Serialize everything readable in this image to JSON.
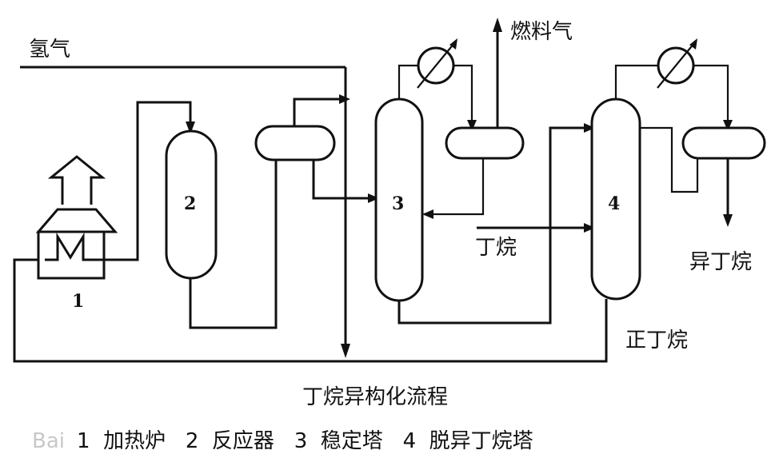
{
  "labels": {
    "hydrogen": "氢气",
    "fuel_gas": "燃料气",
    "butane": "丁烷",
    "isobutane": "异丁烷",
    "n_butane": "正丁烷"
  },
  "units": [
    {
      "num": "1"
    },
    {
      "num": "2"
    },
    {
      "num": "3"
    },
    {
      "num": "4"
    }
  ],
  "caption": {
    "title": "丁烷异构化流程",
    "legend": "1  加热炉   2  反应器   3  稳定塔   4  脱异丁烷塔"
  },
  "watermark": "Bai"
}
